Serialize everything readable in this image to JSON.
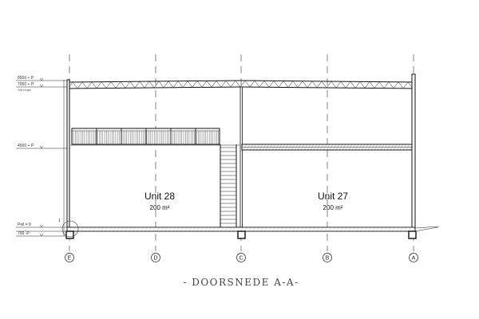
{
  "levels": [
    {
      "id": "ridge",
      "label": "8500 + P",
      "sub": ""
    },
    {
      "id": "eaves",
      "label": "7950 + P",
      "sub": "Vrije hoogte"
    },
    {
      "id": "mezzanine",
      "label": "4500 + P",
      "sub": ""
    },
    {
      "id": "floor",
      "label": "Peil = 0",
      "sub": ""
    },
    {
      "id": "foundation",
      "label": "700 -P",
      "sub": ""
    }
  ],
  "detail_marker": "1",
  "units": [
    {
      "id": "unit-28",
      "name": "Unit 28",
      "area": "200 m²"
    },
    {
      "id": "unit-27",
      "name": "Unit 27",
      "area": "200 m²"
    }
  ],
  "grid_axes": [
    "E",
    "D",
    "C",
    "B",
    "A"
  ],
  "title": "- DOORSNEDE A-A-",
  "colors": {
    "line": "#111111",
    "fill": "#ffffff",
    "gray": "#888888"
  }
}
